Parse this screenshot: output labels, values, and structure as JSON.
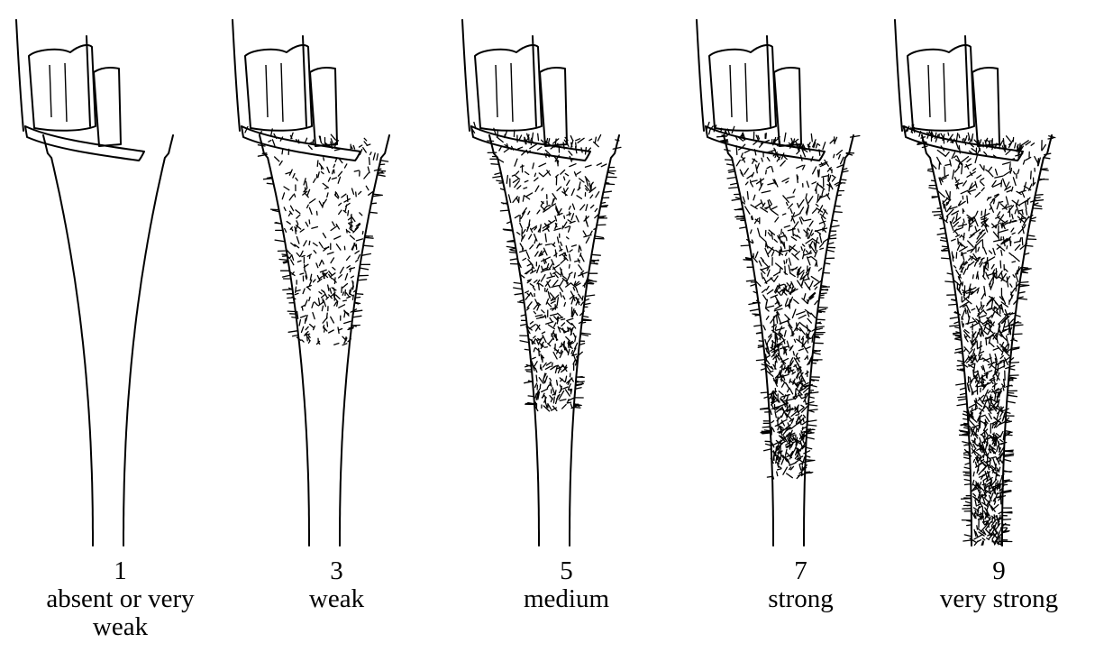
{
  "panels": [
    {
      "score": "1",
      "label": "absent or very weak",
      "hair_density": 0
    },
    {
      "score": "3",
      "label": "weak",
      "hair_density": 0.25
    },
    {
      "score": "5",
      "label": "medium",
      "hair_density": 0.5
    },
    {
      "score": "7",
      "label": "strong",
      "hair_density": 0.75
    },
    {
      "score": "9",
      "label": "very strong",
      "hair_density": 1
    }
  ]
}
